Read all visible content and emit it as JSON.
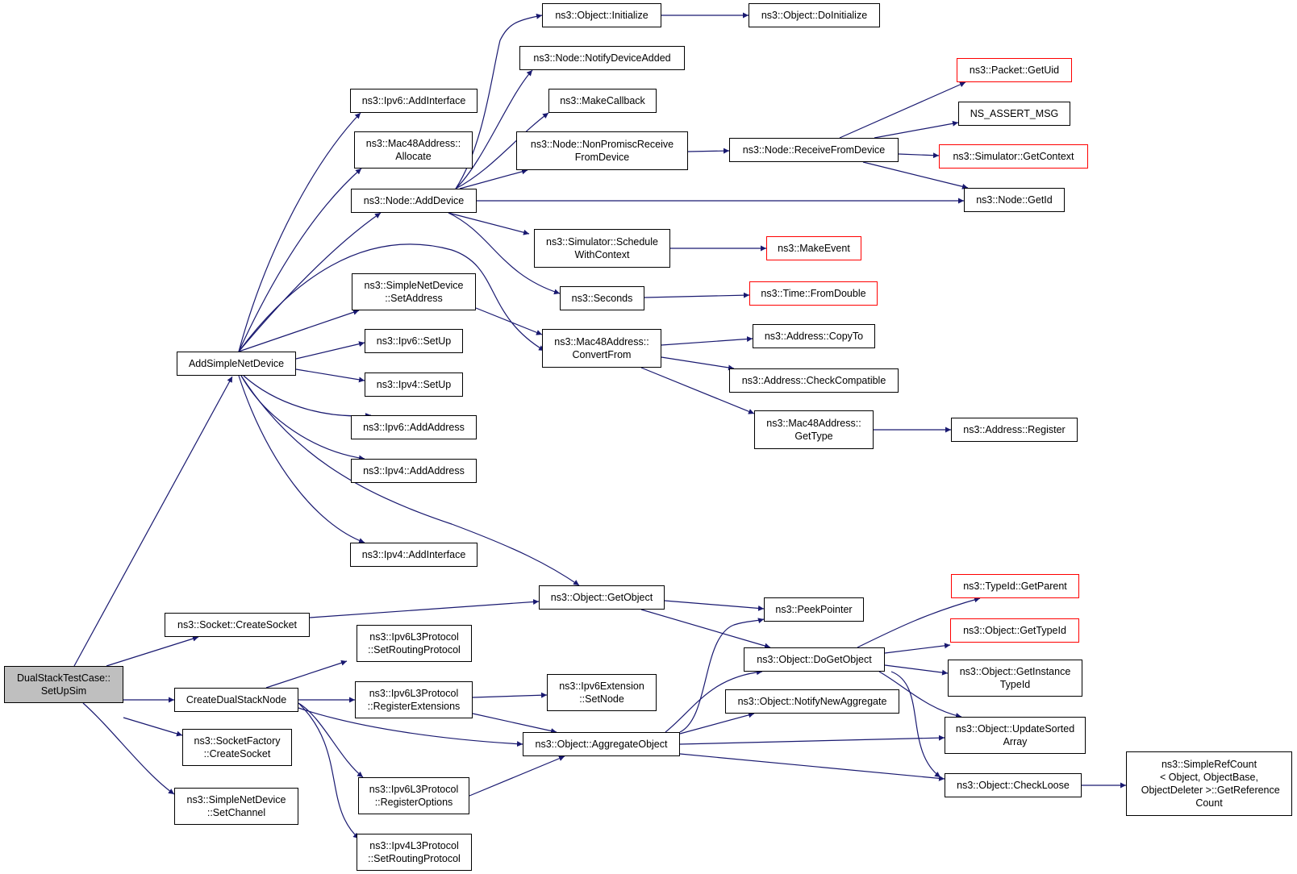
{
  "diagram": {
    "type": "call-graph",
    "colors": {
      "edge": "#191970",
      "node_border": "#000000",
      "truncated_border": "#ff0000",
      "root_fill": "#bfbfbf",
      "background": "#ffffff"
    },
    "nodes": [
      {
        "id": "root",
        "label": "DualStackTestCase::\nSetUpSim",
        "style": "root"
      },
      {
        "id": "addSimple",
        "label": "AddSimpleNetDevice"
      },
      {
        "id": "createSocket",
        "label": "ns3::Socket::CreateSocket"
      },
      {
        "id": "createDual",
        "label": "CreateDualStackNode"
      },
      {
        "id": "sockFactory",
        "label": "ns3::SocketFactory\n::CreateSocket"
      },
      {
        "id": "setChannel",
        "label": "ns3::SimpleNetDevice\n::SetChannel"
      },
      {
        "id": "ipv6AddIf",
        "label": "ns3::Ipv6::AddInterface"
      },
      {
        "id": "macAlloc",
        "label": "ns3::Mac48Address::\nAllocate"
      },
      {
        "id": "nodeAddDev",
        "label": "ns3::Node::AddDevice"
      },
      {
        "id": "sndSetAddr",
        "label": "ns3::SimpleNetDevice\n::SetAddress"
      },
      {
        "id": "ipv6SetUp",
        "label": "ns3::Ipv6::SetUp"
      },
      {
        "id": "ipv4SetUp",
        "label": "ns3::Ipv4::SetUp"
      },
      {
        "id": "ipv6AddAddr",
        "label": "ns3::Ipv6::AddAddress"
      },
      {
        "id": "ipv4AddAddr",
        "label": "ns3::Ipv4::AddAddress"
      },
      {
        "id": "ipv4AddIf",
        "label": "ns3::Ipv4::AddInterface"
      },
      {
        "id": "v6SetRouting",
        "label": "ns3::Ipv6L3Protocol\n::SetRoutingProtocol"
      },
      {
        "id": "v6RegExt",
        "label": "ns3::Ipv6L3Protocol\n::RegisterExtensions"
      },
      {
        "id": "v6RegOpt",
        "label": "ns3::Ipv6L3Protocol\n::RegisterOptions"
      },
      {
        "id": "v4SetRouting",
        "label": "ns3::Ipv4L3Protocol\n::SetRoutingProtocol"
      },
      {
        "id": "objInit",
        "label": "ns3::Object::Initialize"
      },
      {
        "id": "notifyDevAdded",
        "label": "ns3::Node::NotifyDeviceAdded"
      },
      {
        "id": "makeCallback",
        "label": "ns3::MakeCallback"
      },
      {
        "id": "nonPromisc",
        "label": "ns3::Node::NonPromiscReceive\nFromDevice"
      },
      {
        "id": "schedCtx",
        "label": "ns3::Simulator::Schedule\nWithContext"
      },
      {
        "id": "seconds",
        "label": "ns3::Seconds"
      },
      {
        "id": "macConvert",
        "label": "ns3::Mac48Address::\nConvertFrom"
      },
      {
        "id": "getObject",
        "label": "ns3::Object::GetObject"
      },
      {
        "id": "ipv6ExtSetNode",
        "label": "ns3::Ipv6Extension\n::SetNode"
      },
      {
        "id": "aggObj",
        "label": "ns3::Object::AggregateObject"
      },
      {
        "id": "doInit",
        "label": "ns3::Object::DoInitialize"
      },
      {
        "id": "recvFromDev",
        "label": "ns3::Node::ReceiveFromDevice"
      },
      {
        "id": "makeEvent",
        "label": "ns3::MakeEvent",
        "style": "red"
      },
      {
        "id": "fromDouble",
        "label": "ns3::Time::FromDouble",
        "style": "red"
      },
      {
        "id": "copyTo",
        "label": "ns3::Address::CopyTo"
      },
      {
        "id": "checkCompat",
        "label": "ns3::Address::CheckCompatible"
      },
      {
        "id": "macGetType",
        "label": "ns3::Mac48Address::\nGetType"
      },
      {
        "id": "peekPtr",
        "label": "ns3::PeekPointer"
      },
      {
        "id": "doGetObj",
        "label": "ns3::Object::DoGetObject"
      },
      {
        "id": "notifyNewAgg",
        "label": "ns3::Object::NotifyNewAggregate"
      },
      {
        "id": "getUid",
        "label": "ns3::Packet::GetUid",
        "style": "red"
      },
      {
        "id": "nsAssert",
        "label": "NS_ASSERT_MSG"
      },
      {
        "id": "getContext",
        "label": "ns3::Simulator::GetContext",
        "style": "red"
      },
      {
        "id": "nodeGetId",
        "label": "ns3::Node::GetId"
      },
      {
        "id": "addrRegister",
        "label": "ns3::Address::Register"
      },
      {
        "id": "getParent",
        "label": "ns3::TypeId::GetParent",
        "style": "red"
      },
      {
        "id": "getTypeId",
        "label": "ns3::Object::GetTypeId",
        "style": "red"
      },
      {
        "id": "getInstTypeId",
        "label": "ns3::Object::GetInstance\nTypeId"
      },
      {
        "id": "updSorted",
        "label": "ns3::Object::UpdateSorted\nArray"
      },
      {
        "id": "checkLoose",
        "label": "ns3::Object::CheckLoose"
      },
      {
        "id": "refCount",
        "label": "ns3::SimpleRefCount\n< Object, ObjectBase,\n ObjectDeleter >::GetReference\nCount"
      }
    ]
  }
}
